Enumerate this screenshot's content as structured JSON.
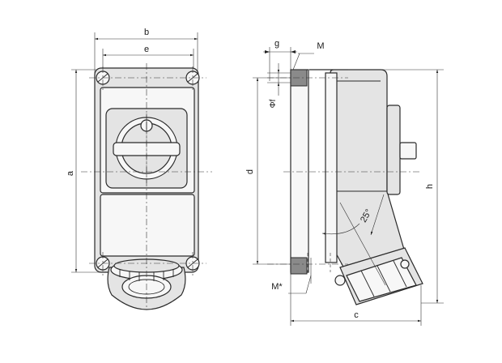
{
  "dimension_labels": {
    "a": "a",
    "b": "b",
    "e": "e",
    "d": "d",
    "h": "h",
    "c": "c",
    "g": "g",
    "M": "M",
    "phi_f": "Φf",
    "M_star": "M*",
    "angle": "25°"
  }
}
